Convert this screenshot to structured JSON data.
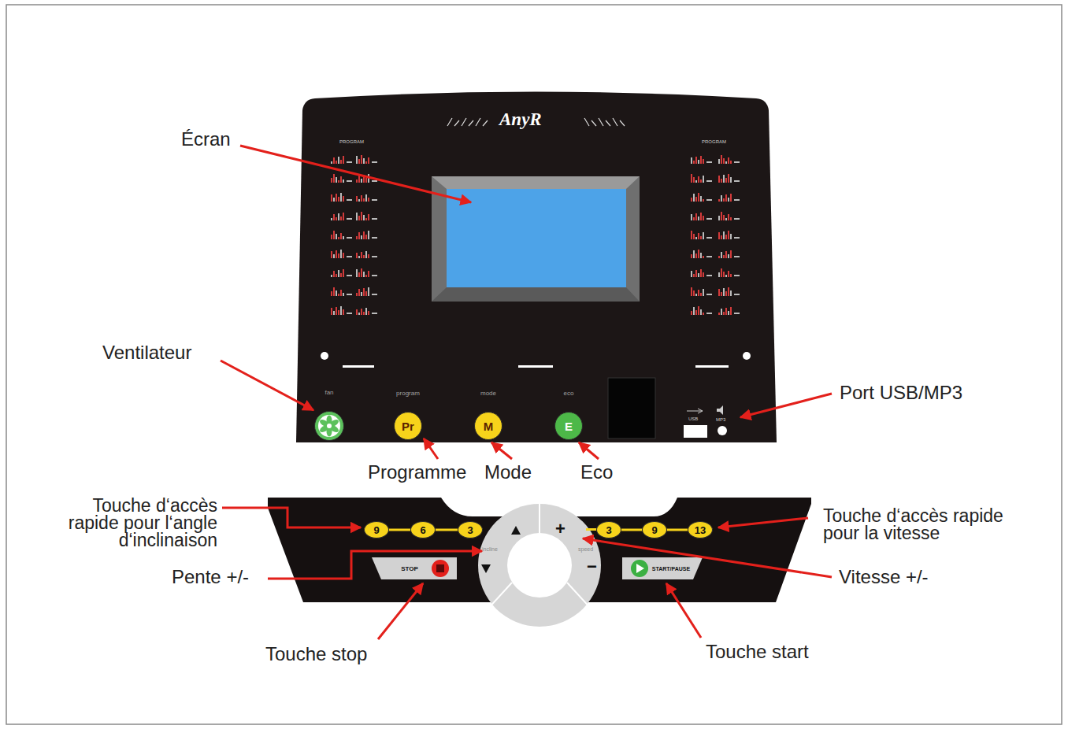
{
  "diagram": {
    "nodes": [
      {
        "text": [
          "fan"
        ]
      },
      {
        "text": [
          "program",
          "Pr"
        ]
      },
      {
        "text": [
          "mode",
          "M"
        ]
      },
      {
        "text": [
          "eco",
          "E"
        ]
      },
      {
        "text": [
          "9"
        ]
      },
      {
        "text": [
          "6"
        ]
      },
      {
        "text": [
          "3"
        ]
      },
      {
        "text": [
          "3"
        ]
      },
      {
        "text": [
          "9"
        ]
      },
      {
        "text": [
          "13"
        ]
      },
      {
        "text": [
          "STOP"
        ]
      },
      {
        "text": [
          "START/PAUSE"
        ]
      }
    ],
    "edges": [
      {
        "from": 4,
        "to": 5,
        "arrow": "none"
      },
      {
        "from": 5,
        "to": 6,
        "arrow": "none"
      },
      {
        "from": 7,
        "to": 8,
        "arrow": "none"
      },
      {
        "from": 8,
        "to": 9,
        "arrow": "none"
      }
    ],
    "labels": [
      "Écran",
      "AnyR",
      "PROGRAM",
      "PROGRAM",
      "Ventilateur",
      "USB",
      "MP3",
      "Port USB/MP3",
      "Programme",
      "Mode",
      "Eco",
      "Touche d‘accès rapide pour l‘angle d‘inclinaison",
      "incline",
      "+",
      "−",
      "speed",
      "Touche d‘accès rapide pour la vitesse",
      "Pente +/-",
      "Vitesse +/-",
      "Touche stop",
      "Touche start"
    ]
  }
}
